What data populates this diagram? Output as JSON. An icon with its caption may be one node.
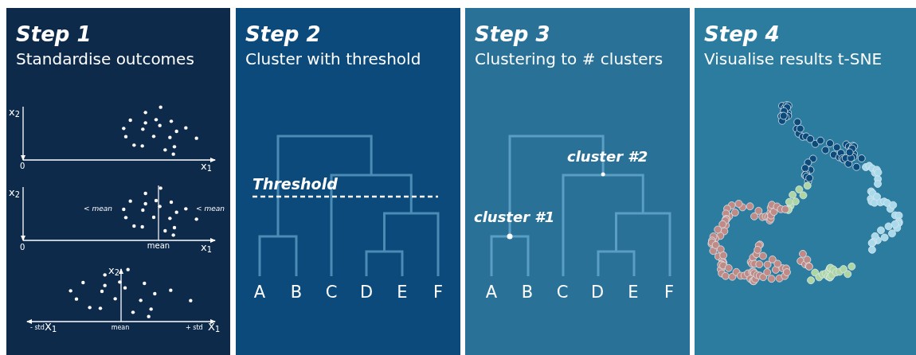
{
  "diagram": {
    "nodes": [
      {
        "text": [
          "Step 1",
          "Standardise outcomes"
        ]
      },
      {
        "text": [
          "Step 2",
          "Cluster with threshold"
        ]
      },
      {
        "text": [
          "Step 3",
          "Clustering to # clusters"
        ]
      },
      {
        "text": [
          "Step 4",
          "Visualise results t-SNE"
        ]
      }
    ],
    "labels": [
      "x$_{2}$",
      "0",
      "x$_{1}$",
      "x$_{2}$",
      "< mean",
      "< mean",
      "0",
      "mean",
      "x$_{1}$",
      "x$_{2}$",
      "- std",
      "X$_{1}$",
      "mean",
      "+ std",
      "X$_{1}$",
      "Threshold",
      "A",
      "B",
      "C",
      "D",
      "E",
      "F",
      "cluster #2",
      "cluster #1",
      "A",
      "B",
      "C",
      "D",
      "E",
      "F"
    ]
  }
}
